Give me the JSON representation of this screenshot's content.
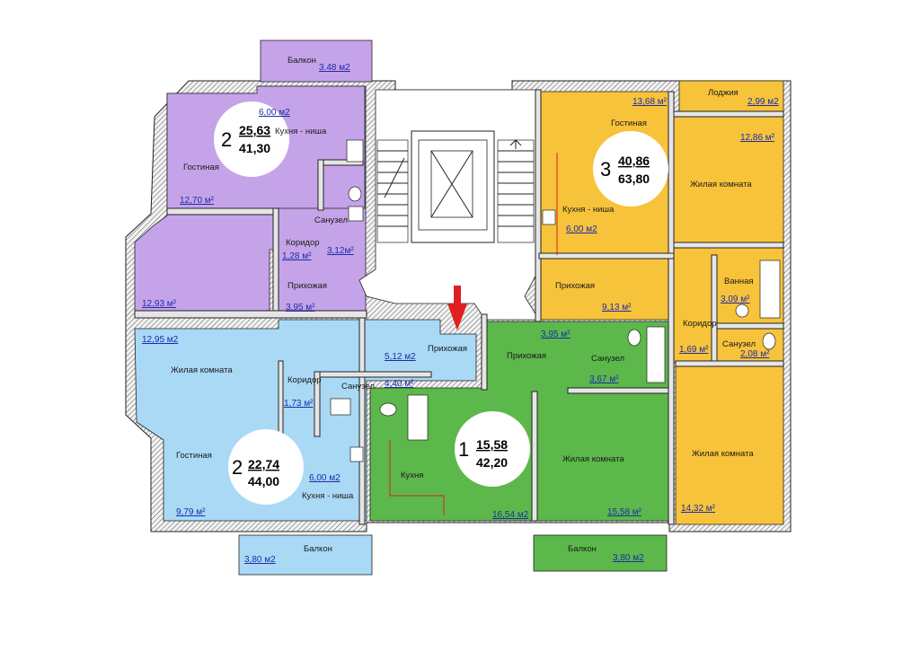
{
  "apartments": [
    {
      "id": "purple",
      "rooms": "2",
      "living": "25,63",
      "total": "41,30",
      "color": "#c5a3e8"
    },
    {
      "id": "blue",
      "rooms": "2",
      "living": "22,74",
      "total": "44,00",
      "color": "#a9d9f5"
    },
    {
      "id": "green",
      "rooms": "1",
      "living": "15,58",
      "total": "42,20",
      "color": "#5cb84a"
    },
    {
      "id": "yellow",
      "rooms": "3",
      "living": "40,86",
      "total": "63,80",
      "color": "#f7c33a"
    }
  ],
  "labels": {
    "balcony": "Балкон",
    "loggia": "Лоджия",
    "kitchen_niche": "Кухня - ниша",
    "living_room": "Гостиная",
    "bathroom": "Санузел",
    "corridor": "Коридор",
    "hallway": "Прихожая",
    "bedroom": "Жилая комната",
    "bath": "Ванная",
    "kitchen": "Кухня"
  },
  "areas": {
    "purple_balcony": "3.48 м2",
    "purple_kitchen": "6,00 м2",
    "purple_living": "12,70 м²",
    "purple_bathroom": "3,12м²",
    "purple_corridor": "1,28 м²",
    "purple_bedroom": "12,93 м²",
    "purple_hallway": "3,95 м²",
    "blue_bedroom": "12,95 м2",
    "blue_hallway": "5,12 м2",
    "blue_bathroom": "4,40 м²",
    "blue_corridor": "1,73 м²",
    "blue_kitchen": "6,00 м2",
    "blue_living": "9,79 м²",
    "blue_balcony": "3,80  м2",
    "green_hallway": "3,95 м²",
    "green_bathroom": "3,67 м²",
    "green_kitchen": "16,54 м2",
    "green_bedroom": "15,58 м²",
    "green_balcony": "3,80  м2",
    "yellow_living": "13,68 м²",
    "yellow_loggia": "2,99 м2",
    "yellow_bedroom1": "12,86 м²",
    "yellow_kitchen": "6,00 м2",
    "yellow_hallway": "9,13 м²",
    "yellow_bath": "3,09 м²",
    "yellow_corridor": "1,69 м²",
    "yellow_bathroom": "2,08 м²",
    "yellow_bedroom2": "14,32 м²"
  },
  "colors": {
    "wall": "#d9d9d9",
    "stair": "#ffffff",
    "arrow": "#e02020",
    "area_text": "#1c2ca8"
  }
}
